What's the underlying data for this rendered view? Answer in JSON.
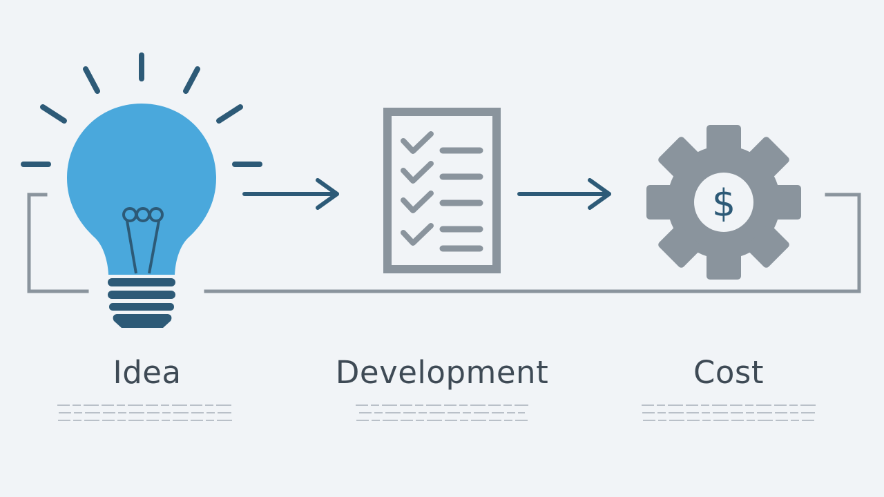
{
  "stages": [
    {
      "label": "Idea",
      "icon": "lightbulb-icon"
    },
    {
      "label": "Development",
      "icon": "checklist-icon"
    },
    {
      "label": "Cost",
      "icon": "gear-dollar-icon"
    }
  ],
  "cost_symbol": "$",
  "colors": {
    "background": "#f1f4f7",
    "bulb": "#4aa8dc",
    "dark_blue": "#2d5a77",
    "gray": "#8a949d",
    "title_text": "#3e4a55"
  }
}
